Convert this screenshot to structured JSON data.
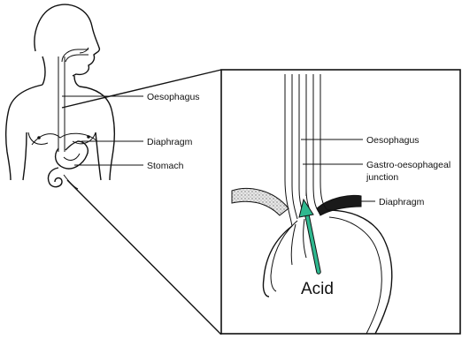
{
  "figure": {
    "left_panel_labels": {
      "oesophagus": "Oesophagus",
      "diaphragm": "Diaphragm",
      "stomach": "Stomach"
    },
    "inset_labels": {
      "oesophagus": "Oesophagus",
      "junction_line1": "Gastro-oesophageal",
      "junction_line2": "junction",
      "diaphragm": "Diaphragm",
      "acid": "Acid"
    },
    "colors": {
      "acid_arrow": "#2fb88f",
      "line": "#111111",
      "background": "#ffffff"
    }
  }
}
